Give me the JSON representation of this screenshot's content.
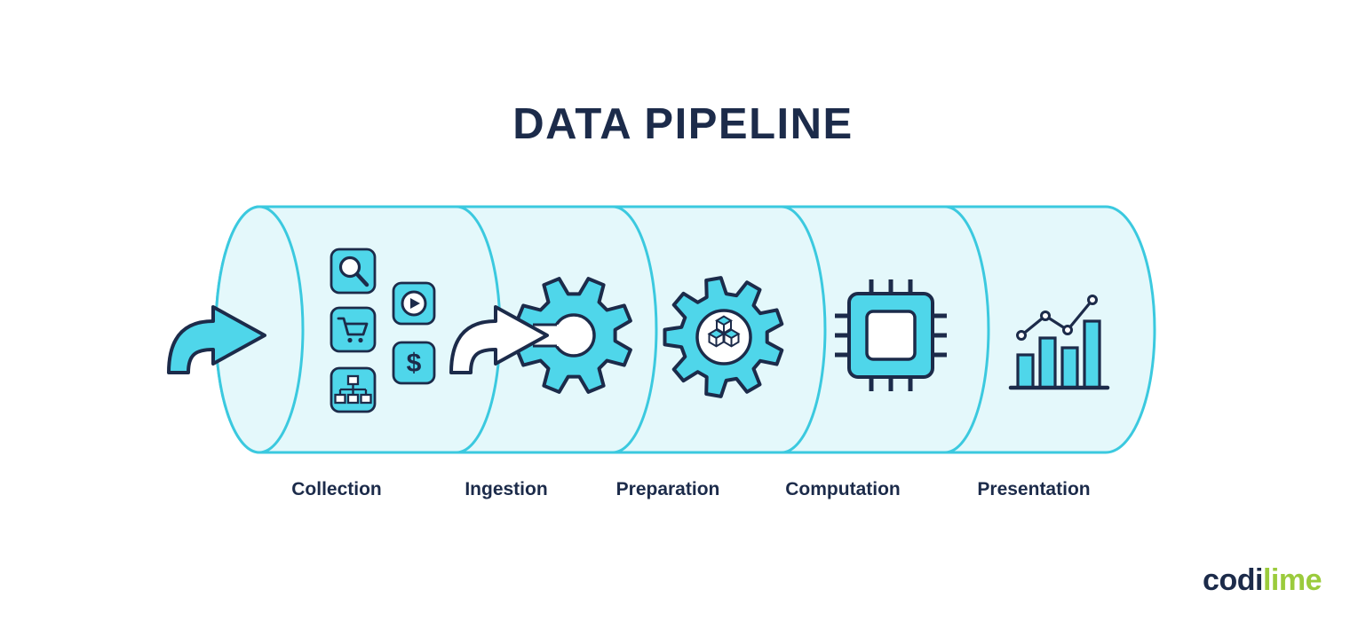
{
  "title": "DATA PIPELINE",
  "stages": [
    {
      "label": "Collection",
      "icons": [
        "search-icon",
        "cart-icon",
        "play-icon",
        "dollar-icon",
        "sitemap-icon"
      ]
    },
    {
      "label": "Ingestion",
      "icons": [
        "arrow-right-icon",
        "open-gear-icon"
      ]
    },
    {
      "label": "Preparation",
      "icons": [
        "gear-cubes-icon"
      ]
    },
    {
      "label": "Computation",
      "icons": [
        "cpu-chip-icon"
      ]
    },
    {
      "label": "Presentation",
      "icons": [
        "bar-line-chart-icon"
      ]
    }
  ],
  "glyphs": {
    "dollar": "$"
  },
  "logo": {
    "brand_dark": "codi",
    "brand_green": "lime"
  },
  "colors": {
    "background": "#FFFFFF",
    "pipe_fill": "#E4F8FB",
    "pipe_stroke": "#3BC9DF",
    "icon_fill": "#4FD6EA",
    "outline": "#1C2B4A",
    "text": "#1C2B4A",
    "logo_green": "#9BCB3C"
  }
}
